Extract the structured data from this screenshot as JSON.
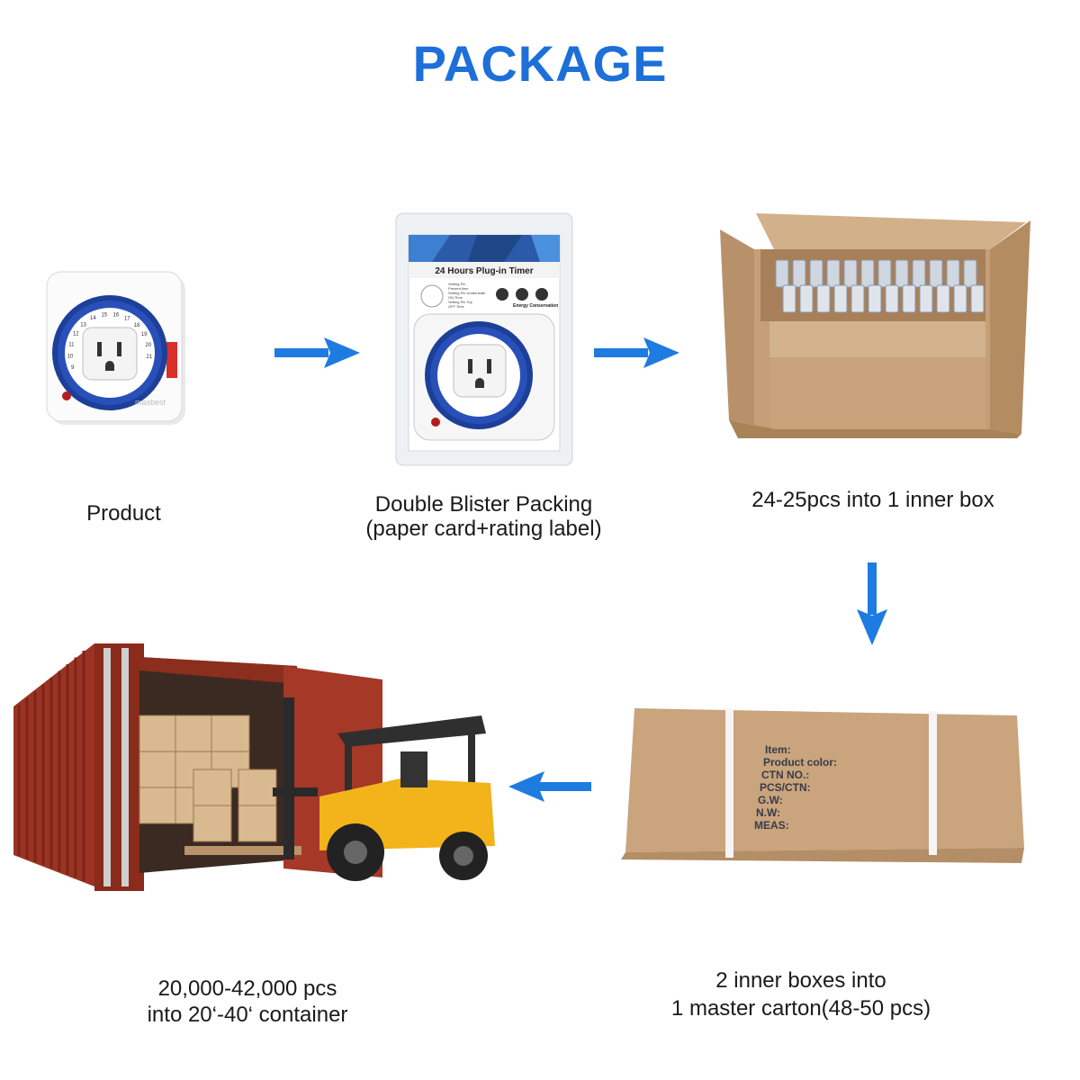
{
  "title": "PACKAGE",
  "steps": [
    {
      "caption": "Product",
      "brand_text": "maxbest"
    },
    {
      "caption_line1": "Double Blister Packing",
      "caption_line2": "(paper card+rating label)",
      "card_title": "24 Hours Plug-in Timer",
      "card_lines": [
        "Setting Pin",
        "Present time",
        "Setting Pin Underneath",
        "ON Time",
        "Setting Pin Top",
        "OFF Time"
      ],
      "card_badge": "Energy Conservation"
    },
    {
      "caption": "24-25pcs into 1 inner box"
    },
    {
      "caption_line1": "2 inner boxes into",
      "caption_line2": "1 master carton(48-50 pcs)",
      "carton_lines": [
        "Item:",
        "Product color:",
        "CTN NO.:",
        "PCS/CTN:",
        "G.W:",
        "N.W:",
        "MEAS:"
      ]
    },
    {
      "caption_line1": "20,000-42,000 pcs",
      "caption_line2": "into 20‘-40‘ container"
    }
  ],
  "dial_numbers": [
    "9",
    "10",
    "11",
    "12",
    "13",
    "14",
    "15",
    "16",
    "17",
    "18",
    "19",
    "20",
    "21"
  ],
  "colors": {
    "accent": "#1d6fd9",
    "arrow": "#1e7be0",
    "cardboard": "#c9a47c",
    "container": "#9c3322",
    "forklift": "#f2b31b"
  }
}
